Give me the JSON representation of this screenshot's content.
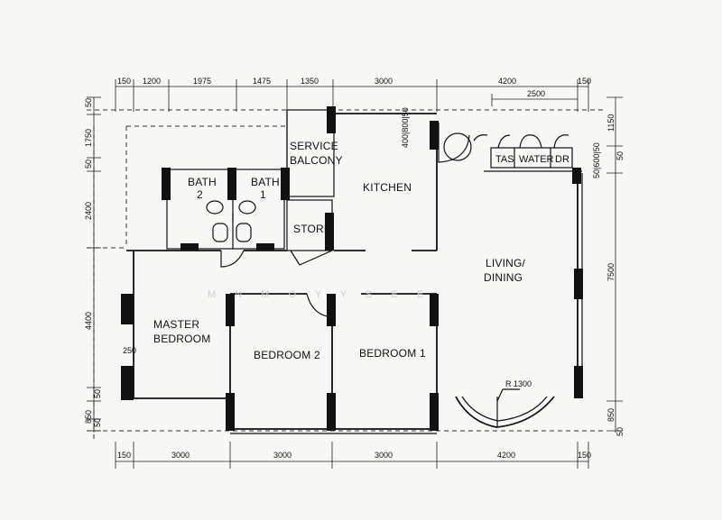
{
  "plan": {
    "rooms": {
      "service_balcony": [
        "SERVICE",
        "BALCONY"
      ],
      "kitchen": "KITCHEN",
      "bath2": [
        "BATH",
        "2"
      ],
      "bath1": [
        "BATH",
        "1"
      ],
      "store": "STORE",
      "living_dining": [
        "LIVING/",
        "DINING"
      ],
      "master_bedroom": [
        "MASTER",
        "BEDROOM"
      ],
      "bedroom2": "BEDROOM 2",
      "bedroom1": "BEDROOM 1"
    },
    "fixtures": {
      "tas": "TAS",
      "water": "WATER",
      "dr": "DR"
    },
    "annotations": {
      "radius": "R 1300",
      "small_250": "250",
      "small_400_800_50": "400|800|50",
      "small_50_600_50": "50|600|50",
      "watermark": "M N M O Y Y S E E"
    },
    "dims_top": [
      "150",
      "1200",
      "1975",
      "1475",
      "1350",
      "3000",
      "4200",
      "150"
    ],
    "dim_top_inner": "2500",
    "dims_bottom": [
      "150",
      "3000",
      "3000",
      "3000",
      "4200",
      "150"
    ],
    "dims_left": [
      "50",
      "1750",
      "50",
      "2400",
      "4400",
      "50",
      "850",
      "50"
    ],
    "dims_right": [
      "1150",
      "50",
      "7500",
      "850",
      "50"
    ]
  }
}
